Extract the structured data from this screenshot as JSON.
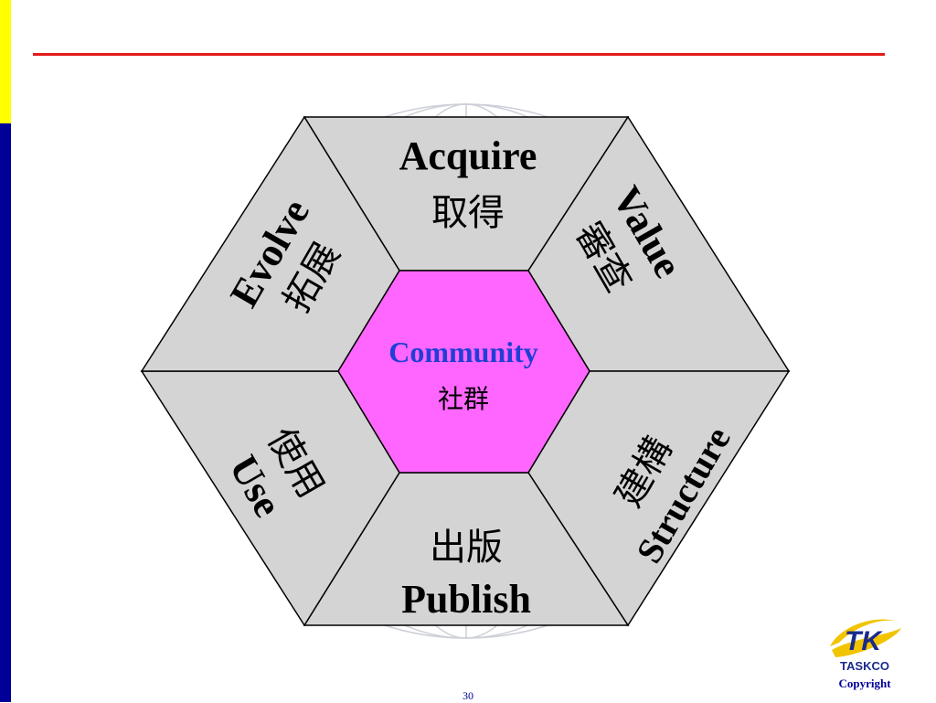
{
  "segments": {
    "acquire": {
      "en": "Acquire",
      "zh": "取得"
    },
    "value": {
      "en": "Value",
      "zh": "審查"
    },
    "structure": {
      "en": "Structure",
      "zh": "建構"
    },
    "publish": {
      "en": "Publish",
      "zh": "出版"
    },
    "use": {
      "en": "Use",
      "zh": "使用"
    },
    "evolve": {
      "en": "Evolve",
      "zh": "拓展"
    }
  },
  "center": {
    "en": "Community",
    "zh": "社群"
  },
  "logo": {
    "text": "TASKCO",
    "monogram": "TK"
  },
  "copyright": "Copyright",
  "page_number": "30",
  "colors": {
    "segment_fill": "#d4d4d4",
    "center_fill": "#ff66ff",
    "center_text": "#1f3fd6",
    "rule": "#e31b1b",
    "sidebar_top": "#ffff00",
    "sidebar_bottom": "#000099",
    "logo_yellow": "#f2c400",
    "logo_blue": "#1a2a8c"
  }
}
